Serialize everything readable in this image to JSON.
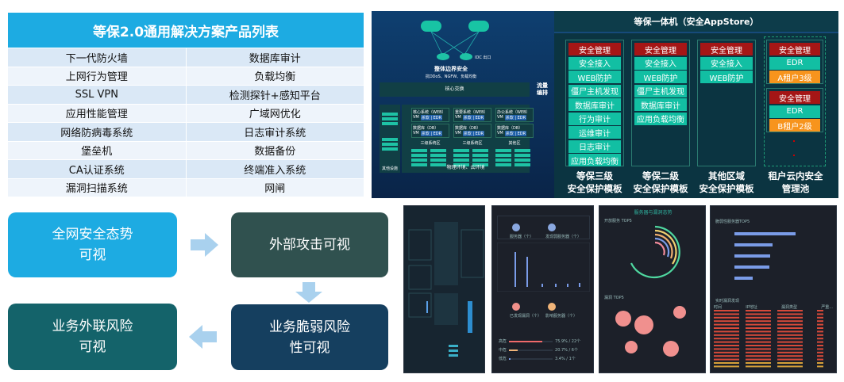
{
  "table": {
    "title": "等保2.0通用解决方案产品列表",
    "rows": [
      [
        "下一代防火墙",
        "数据库审计"
      ],
      [
        "上网行为管理",
        "负载均衡"
      ],
      [
        "SSL VPN",
        "检测探针+感知平台"
      ],
      [
        "应用性能管理",
        "广域网优化"
      ],
      [
        "网络防病毒系统",
        "日志审计系统"
      ],
      [
        "堡垒机",
        "数据备份"
      ],
      [
        "CA认证系统",
        "终端准入系统"
      ],
      [
        "漏洞扫描系统",
        "网闸"
      ]
    ]
  },
  "diagram": {
    "idc": "IDC 出口",
    "boundary": "整体边界安全",
    "boundary_sub": "抗DDoS、NGFW、负载均衡",
    "core": "核心交换",
    "traffic": "流量编排",
    "zones": [
      {
        "web": "核心系统（WEB）",
        "db": "数据库（DB）",
        "name": "三级系统区"
      },
      {
        "web": "重要系统（WEB）",
        "db": "数据库（DB）",
        "name": "三级系统区"
      },
      {
        "web": "办公系统（WEB）",
        "db": "数据库（DB）",
        "name": "其他区"
      }
    ],
    "vm": "VM",
    "agent": "杀软 | EDR",
    "other": "其他设施",
    "physical": "物理环境、云环境"
  },
  "store": {
    "title": "等保一体机（安全AppStore）",
    "columns": [
      {
        "items": [
          "安全管理",
          "安全接入",
          "WEB防护",
          "僵尸主机发现",
          "数据库审计",
          "行为审计",
          "运维审计",
          "日志审计",
          "应用负载均衡"
        ],
        "label1": "等保三级",
        "label2": "安全保护模板"
      },
      {
        "items": [
          "安全管理",
          "安全接入",
          "WEB防护",
          "僵尸主机发现",
          "数据库审计",
          "应用负载均衡"
        ],
        "label1": "等保二级",
        "label2": "安全保护模板"
      },
      {
        "items": [
          "安全管理",
          "安全接入",
          "WEB防护"
        ],
        "label1": "其他区域",
        "label2": "安全保护模板"
      }
    ],
    "tenants": [
      [
        "安全管理",
        "EDR",
        "A租户3级"
      ],
      [
        "安全管理",
        "EDR",
        "B租户2级"
      ]
    ],
    "tenant_label1": "租户云内安全",
    "tenant_label2": "管理池"
  },
  "flow": {
    "b1": "全网安全态势\n可视",
    "b2": "外部攻击可视",
    "b3": "业务脆弱风险\n性可视",
    "b4": "业务外联风险\n可视"
  },
  "dash": {
    "p3_title": "服务器与漏洞态势",
    "p3_top": "开放服务 TOP5",
    "p3_bottom": "漏洞 TOP5",
    "p4_top": "脆弱性服务器TOP5",
    "p4_bottom": "实时漏洞发现",
    "p2_a": "服务器（个）",
    "p2_b": "发现弱服务器（个）",
    "p2_c": "已发现漏洞（个）",
    "p2_d": "影响服务器（个）",
    "levels": [
      {
        "name": "高危",
        "value": "75.9% / 22个"
      },
      {
        "name": "中危",
        "value": "20.7% / 6个"
      },
      {
        "name": "低危",
        "value": "3.4% / 1个"
      }
    ],
    "p4_cols": [
      "时间",
      "IP地址",
      "漏洞类型",
      "严重..."
    ]
  }
}
